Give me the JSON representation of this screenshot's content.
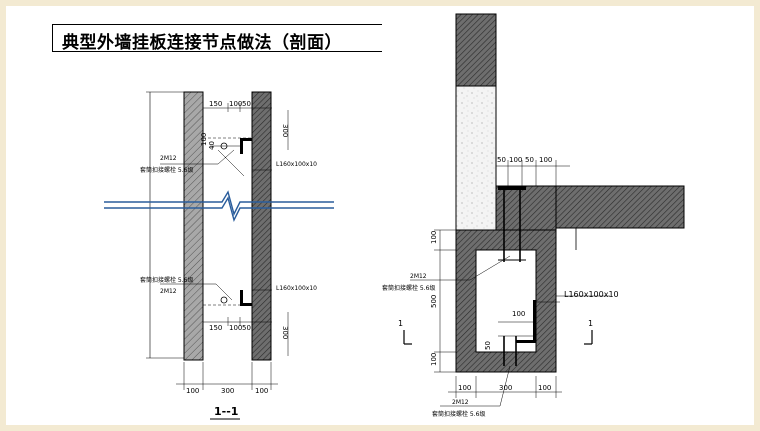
{
  "title": "典型外墙挂板连接节点做法（剖面）",
  "colors": {
    "page_bg": "#f3ead2",
    "canvas": "#ffffff",
    "break_line": "#2a5d9c",
    "concrete": "#777777"
  },
  "left_detail": {
    "section_label": "1--1",
    "top_dims": [
      "150",
      "100",
      "50"
    ],
    "bottom_dims": [
      "150",
      "100",
      "50"
    ],
    "bottom_axis_dims": [
      "100",
      "300",
      "100"
    ],
    "right_dims_top": "300",
    "right_dims_bottom": "300",
    "small_dims": [
      "100",
      "40"
    ],
    "labels": {
      "angle_top": "L160x100x10",
      "angle_bottom": "L160x100x10",
      "bolt_top_count": "2M12",
      "bolt_top_spec": "套筒扣接螺栓 5.6级",
      "bolt_bottom_spec": "套筒扣接螺栓 5.6级",
      "bolt_bottom_count": "2M12"
    }
  },
  "right_detail": {
    "top_dims": [
      "50",
      "100",
      "50",
      "100"
    ],
    "left_dims": [
      "100",
      "500",
      "100"
    ],
    "bottom_dims": [
      "100",
      "300",
      "100"
    ],
    "inner_dims": [
      "100",
      "50"
    ],
    "section_marks": [
      "1",
      "1"
    ],
    "labels": {
      "bolt_top_count": "2M12",
      "bolt_top_spec": "套筒扣接螺栓 5.6级",
      "angle": "L160x100x10",
      "bolt_bottom_count": "2M12",
      "bolt_bottom_spec": "套筒扣接螺栓 5.6级"
    }
  }
}
